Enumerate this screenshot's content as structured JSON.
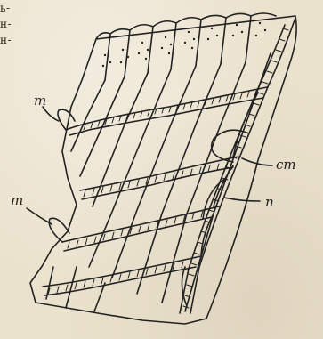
{
  "text_fragments": [
    "ь-",
    "н-",
    "н-"
  ],
  "labels": {
    "m_upper": "m",
    "m_lower": "m",
    "cm": "cm",
    "n": "n"
  },
  "colors": {
    "paper": "#ebe2cd",
    "ink": "#2a251c"
  }
}
